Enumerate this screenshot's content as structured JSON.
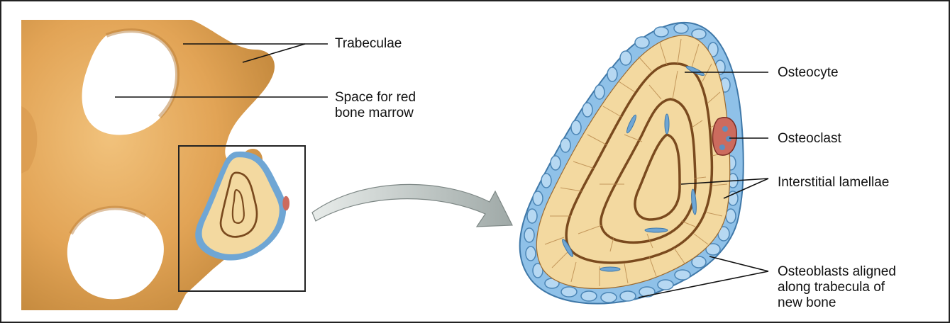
{
  "labels": {
    "trabeculae": "Trabeculae",
    "space_line1": "Space for red",
    "space_line2": "bone marrow",
    "osteocyte": "Osteocyte",
    "osteoclast": "Osteoclast",
    "interstitial_lamellae": "Interstitial lamellae",
    "osteoblasts_line1": "Osteoblasts aligned",
    "osteoblasts_line2": "along trabecula of",
    "osteoblasts_line3": "new bone"
  },
  "colors": {
    "bone": "#e6ac5e",
    "bone_shadow": "#b97a33",
    "lamellae": "#f3d9a0",
    "canal_lines": "#7a4a1e",
    "osteoblast": "#8fc1e8",
    "osteoclast": "#cc6b5e",
    "arrow": "#bcc6c4"
  }
}
